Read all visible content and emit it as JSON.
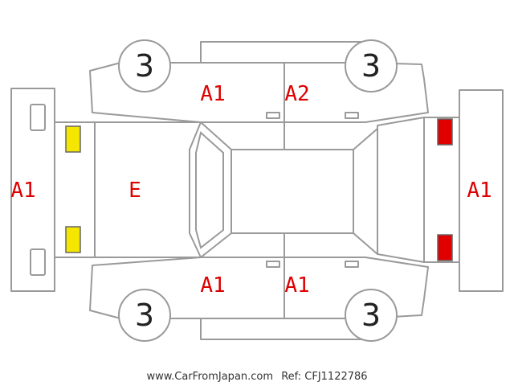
{
  "labels": {
    "front_bumper": "A1",
    "rear_bumper": "A1",
    "hood": "E",
    "door_front_left": "A1",
    "door_rear_left": "A2",
    "door_front_right": "A1",
    "door_rear_right": "A1"
  },
  "tires": {
    "front_left": "3",
    "rear_left": "3",
    "front_right": "3",
    "rear_right": "3"
  },
  "lights": {
    "front_color": "#f5e600",
    "rear_color": "#e00000"
  },
  "colors": {
    "code": "#dd0000",
    "outline": "#9a9a9a"
  },
  "footer": {
    "website": "www.CarFromJapan.com",
    "ref": "Ref: CFJ1122786"
  }
}
